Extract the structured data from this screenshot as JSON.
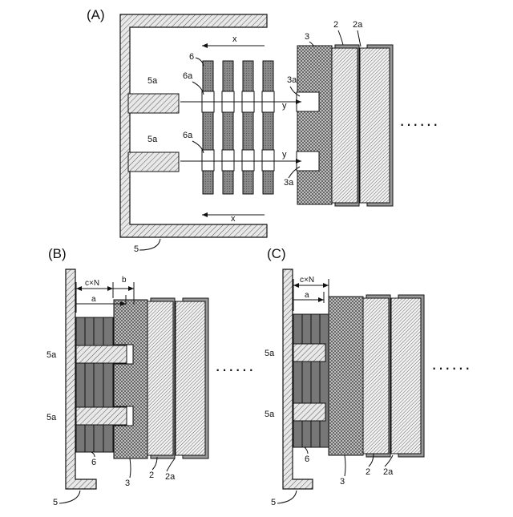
{
  "panels": {
    "A": {
      "label": "(A)"
    },
    "B": {
      "label": "(B)"
    },
    "C": {
      "label": "(C)"
    }
  },
  "refs": {
    "housing": "5",
    "housing_projection": "5a",
    "spacer": "6",
    "spacer_opening": "6a",
    "end_plate": "3",
    "end_plate_recess": "3a",
    "cell": "2",
    "cell_frame": "2a"
  },
  "arrows": {
    "x": "x",
    "y": "y"
  },
  "dimensions": {
    "c_times_n": "c×N",
    "a": "a",
    "b": "b"
  },
  "continuation": "······"
}
